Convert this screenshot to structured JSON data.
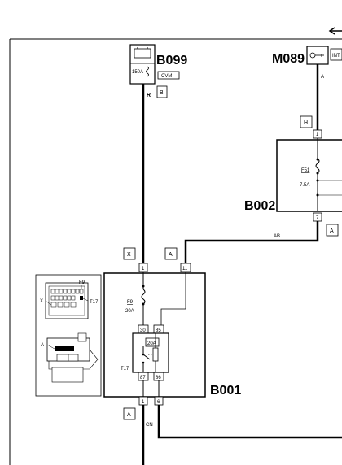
{
  "components": {
    "b099": {
      "label": "B099",
      "fuse": "150A",
      "tag": "CVM",
      "connector": "B",
      "wire": "R"
    },
    "m089": {
      "label": "M089",
      "tag": "INT",
      "wire": "A"
    },
    "b002": {
      "label": "B002",
      "connector_top": "H",
      "connector_bottom": "A",
      "pin_top": "1",
      "pin_bottom": "7",
      "fuse_name": "F51",
      "fuse_rating": "7.5A",
      "wire_out": "AB"
    },
    "b001": {
      "label": "B001",
      "connector_top_left": "X",
      "connector_top_right": "A",
      "connector_bottom": "A",
      "pin_in_left": "1",
      "pin_in_right": "11",
      "pin_out_left": "1",
      "pin_out_right": "6",
      "fuse_name": "F9",
      "fuse_rating": "20A",
      "relay_name": "T17",
      "relay_rating": "20A",
      "relay_pins": [
        "30",
        "85",
        "87",
        "86"
      ],
      "wire_out": "CN"
    }
  },
  "locator": {
    "fuse": "F9",
    "relay": "T17",
    "box": "X",
    "connector": "A"
  }
}
